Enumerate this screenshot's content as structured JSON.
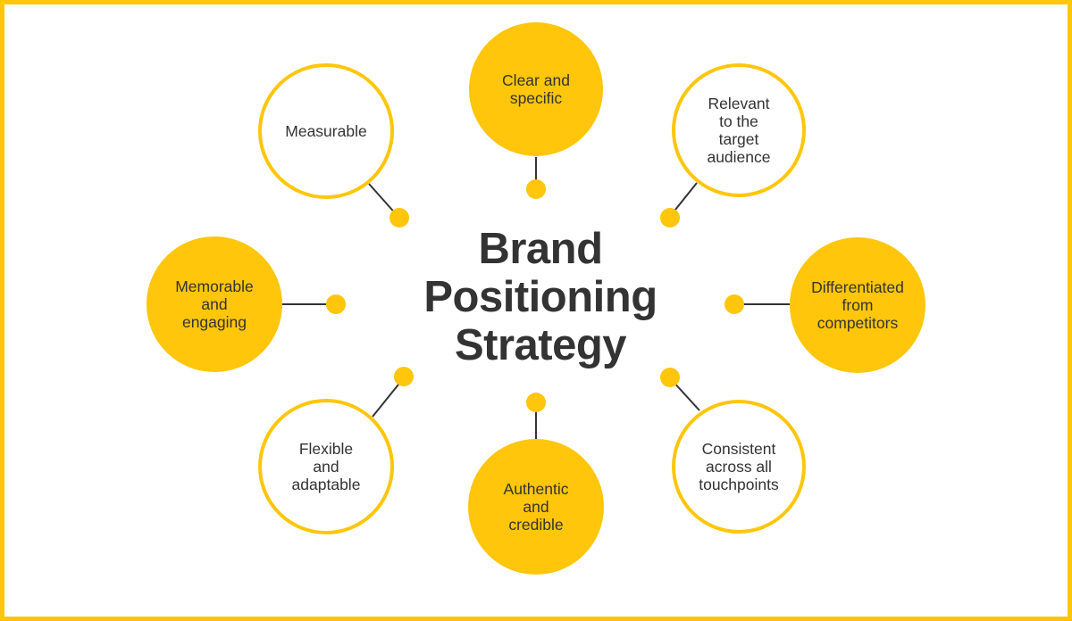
{
  "diagram": {
    "title": "Brand\nPositioning\nStrategy",
    "accent_color": "#ffc60b",
    "text_color": "#333333",
    "line_color": "#333333",
    "nodes": [
      {
        "id": "clear-and-specific",
        "label": "Clear and\nspecific",
        "style": "filled"
      },
      {
        "id": "relevant-to-target-audience",
        "label": "Relevant\nto the\ntarget\naudience",
        "style": "outline"
      },
      {
        "id": "differentiated-from-competitors",
        "label": "Differentiated\nfrom\ncompetitors",
        "style": "filled"
      },
      {
        "id": "consistent-across-touchpoints",
        "label": "Consistent\nacross all\ntouchpoints",
        "style": "outline"
      },
      {
        "id": "authentic-and-credible",
        "label": "Authentic\nand\ncredible",
        "style": "filled"
      },
      {
        "id": "flexible-and-adaptable",
        "label": "Flexible\nand\nadaptable",
        "style": "outline"
      },
      {
        "id": "memorable-and-engaging",
        "label": "Memorable\nand\nengaging",
        "style": "filled"
      },
      {
        "id": "measurable",
        "label": "Measurable",
        "style": "outline"
      }
    ]
  }
}
